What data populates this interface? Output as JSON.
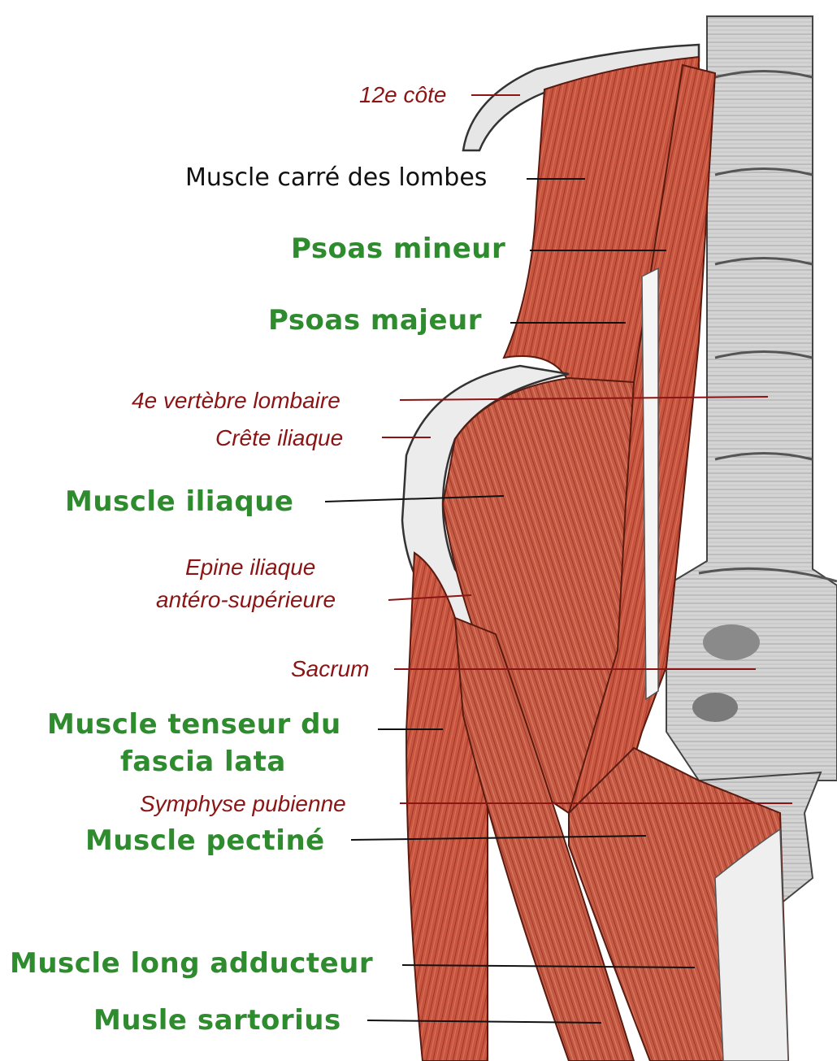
{
  "colors": {
    "muscle": "#c8553f",
    "muscle_dark": "#8c2a1c",
    "bone": "#d9d9d9",
    "bone_dark": "#6e6e6e",
    "label_green": "#2e8b2e",
    "label_red": "#8b1414",
    "label_black": "#111111"
  },
  "labels": {
    "cote12": "12e côte",
    "carre_lombes": "Muscle carré des lombes",
    "psoas_mineur": "Psoas mineur",
    "psoas_majeur": "Psoas majeur",
    "vertebre4": "4e vertèbre lombaire",
    "crete_iliaque": "Crête iliaque",
    "muscle_iliaque": "Muscle iliaque",
    "epine_line1": "Epine iliaque",
    "epine_line2": "antéro-supérieure",
    "sacrum": "Sacrum",
    "tenseur_line1": "Muscle tenseur du",
    "tenseur_line2": "fascia lata",
    "symphyse": "Symphyse pubienne",
    "pectine": "Muscle pectiné",
    "long_adducteur": "Muscle long adducteur",
    "sartorius": "Musle sartorius"
  }
}
